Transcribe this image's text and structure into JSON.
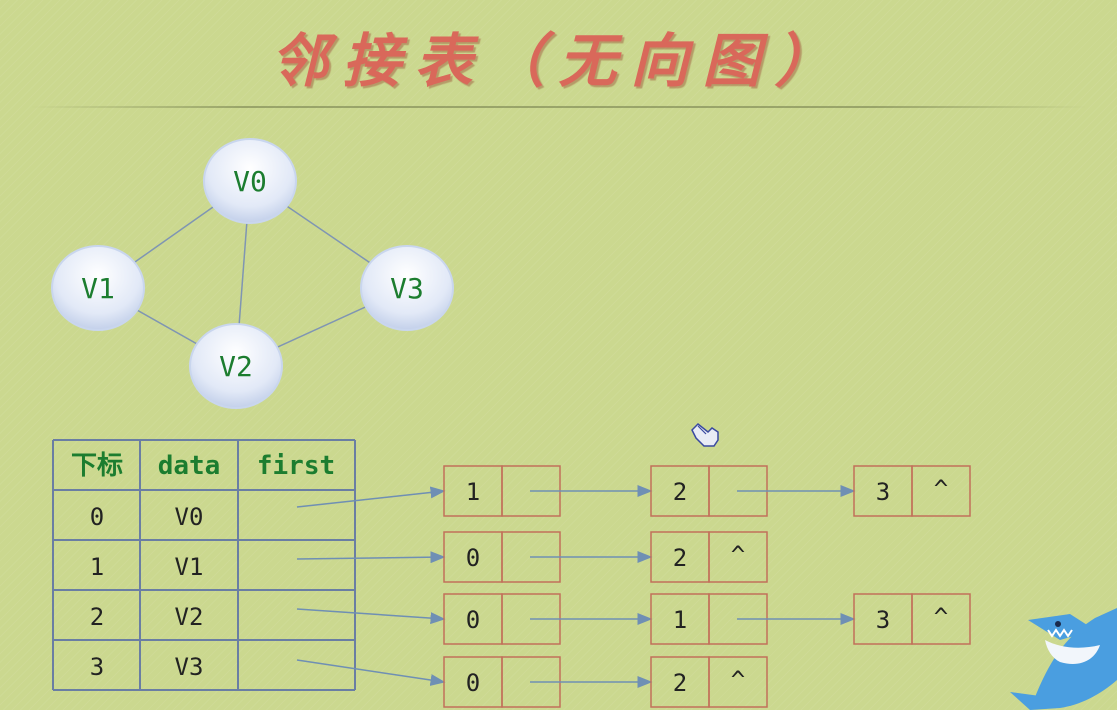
{
  "title": "邻接表（无向图）",
  "graph": {
    "nodes": [
      "V0",
      "V1",
      "V2",
      "V3"
    ],
    "edges": [
      [
        "V0",
        "V1"
      ],
      [
        "V0",
        "V2"
      ],
      [
        "V0",
        "V3"
      ],
      [
        "V1",
        "V2"
      ],
      [
        "V2",
        "V3"
      ]
    ]
  },
  "table": {
    "headers": [
      "下标",
      "data",
      "first"
    ],
    "rows": [
      {
        "index": "0",
        "data": "V0"
      },
      {
        "index": "1",
        "data": "V1"
      },
      {
        "index": "2",
        "data": "V2"
      },
      {
        "index": "3",
        "data": "V3"
      }
    ]
  },
  "adjacency": [
    [
      {
        "val": "1",
        "next": ""
      },
      {
        "val": "2",
        "next": ""
      },
      {
        "val": "3",
        "next": "^"
      }
    ],
    [
      {
        "val": "0",
        "next": ""
      },
      {
        "val": "2",
        "next": "^"
      }
    ],
    [
      {
        "val": "0",
        "next": ""
      },
      {
        "val": "1",
        "next": ""
      },
      {
        "val": "3",
        "next": "^"
      }
    ],
    [
      {
        "val": "0",
        "next": ""
      },
      {
        "val": "2",
        "next": "^"
      }
    ]
  ]
}
